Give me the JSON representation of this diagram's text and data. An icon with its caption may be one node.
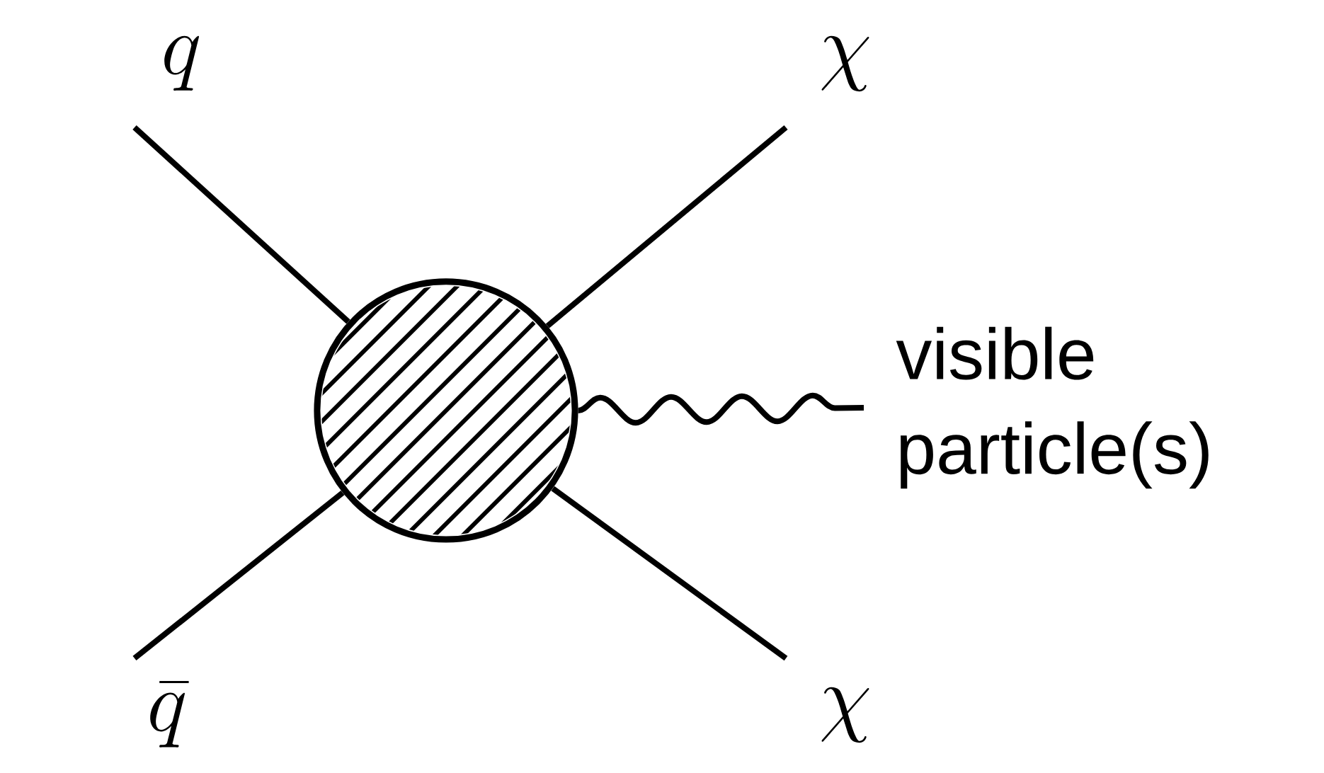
{
  "diagram": {
    "nodes": [
      {
        "text": [
          "q"
        ]
      },
      {
        "text": [
          "\\bar{q}"
        ]
      },
      {
        "text": [
          "\\chi"
        ]
      },
      {
        "text": [
          "\\chi"
        ]
      },
      {
        "text": [],
        "shape": "circle"
      },
      {
        "text": [
          "visible particle(s)"
        ]
      }
    ],
    "edges": [
      {
        "from": 0,
        "to": 4,
        "arrow": "none"
      },
      {
        "from": 1,
        "to": 4,
        "arrow": "none"
      },
      {
        "from": 4,
        "to": 2,
        "arrow": "none"
      },
      {
        "from": 4,
        "to": 3,
        "arrow": "none"
      },
      {
        "from": 4,
        "to": 5,
        "arrow": "none"
      }
    ]
  }
}
